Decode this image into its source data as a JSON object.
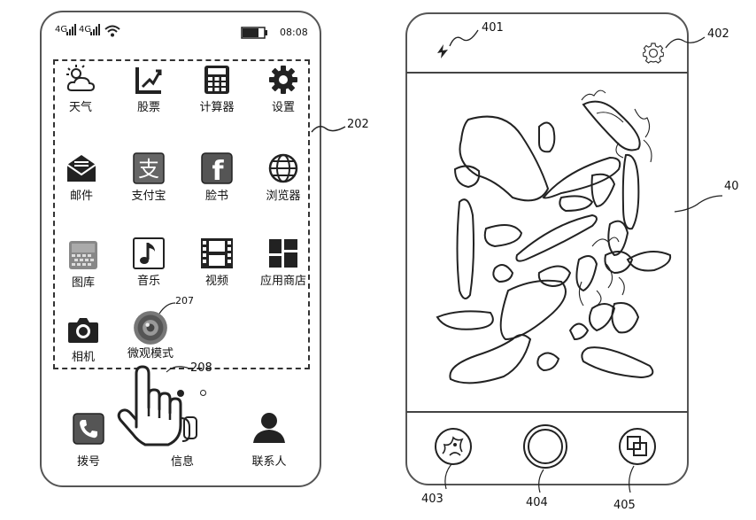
{
  "left_phone": {
    "status_bar": {
      "signal1": "4G",
      "signal2": "4G",
      "time": "08:08"
    },
    "apps": [
      {
        "id": "weather",
        "label": "天气",
        "icon": "weather-icon"
      },
      {
        "id": "stocks",
        "label": "股票",
        "icon": "stocks-icon"
      },
      {
        "id": "calculator",
        "label": "计算器",
        "icon": "calculator-icon"
      },
      {
        "id": "settings",
        "label": "设置",
        "icon": "gear-icon"
      },
      {
        "id": "mail",
        "label": "邮件",
        "icon": "mail-icon"
      },
      {
        "id": "alipay",
        "label": "支付宝",
        "icon": "alipay-icon"
      },
      {
        "id": "facebook",
        "label": "脸书",
        "icon": "facebook-icon"
      },
      {
        "id": "browser",
        "label": "浏览器",
        "icon": "globe-icon"
      },
      {
        "id": "gallery",
        "label": "图库",
        "icon": "gallery-icon"
      },
      {
        "id": "music",
        "label": "音乐",
        "icon": "music-note-icon"
      },
      {
        "id": "video",
        "label": "视频",
        "icon": "film-icon"
      },
      {
        "id": "appstore",
        "label": "应用商店",
        "icon": "app-store-icon"
      },
      {
        "id": "camera",
        "label": "相机",
        "icon": "camera-icon"
      },
      {
        "id": "micro",
        "label": "微观模式",
        "icon": "micro-lens-icon"
      }
    ],
    "dock": [
      {
        "id": "dial",
        "label": "拨号",
        "icon": "phone-icon"
      },
      {
        "id": "messages",
        "label": "信息",
        "icon": "message-icon"
      },
      {
        "id": "contacts",
        "label": "联系人",
        "icon": "contact-icon"
      }
    ],
    "refs": {
      "box": "202",
      "micro_icon": "207",
      "hand": "208"
    }
  },
  "right_phone": {
    "refs": {
      "flash": "401",
      "settings": "402",
      "viewfinder": "40",
      "left_button": "403",
      "shutter": "404",
      "right_button": "405"
    },
    "icons": {
      "flash": "flash-icon",
      "settings": "gear-icon",
      "left_button": "micro-mode-icon",
      "shutter": "shutter-icon",
      "right_button": "switch-layers-icon"
    }
  }
}
